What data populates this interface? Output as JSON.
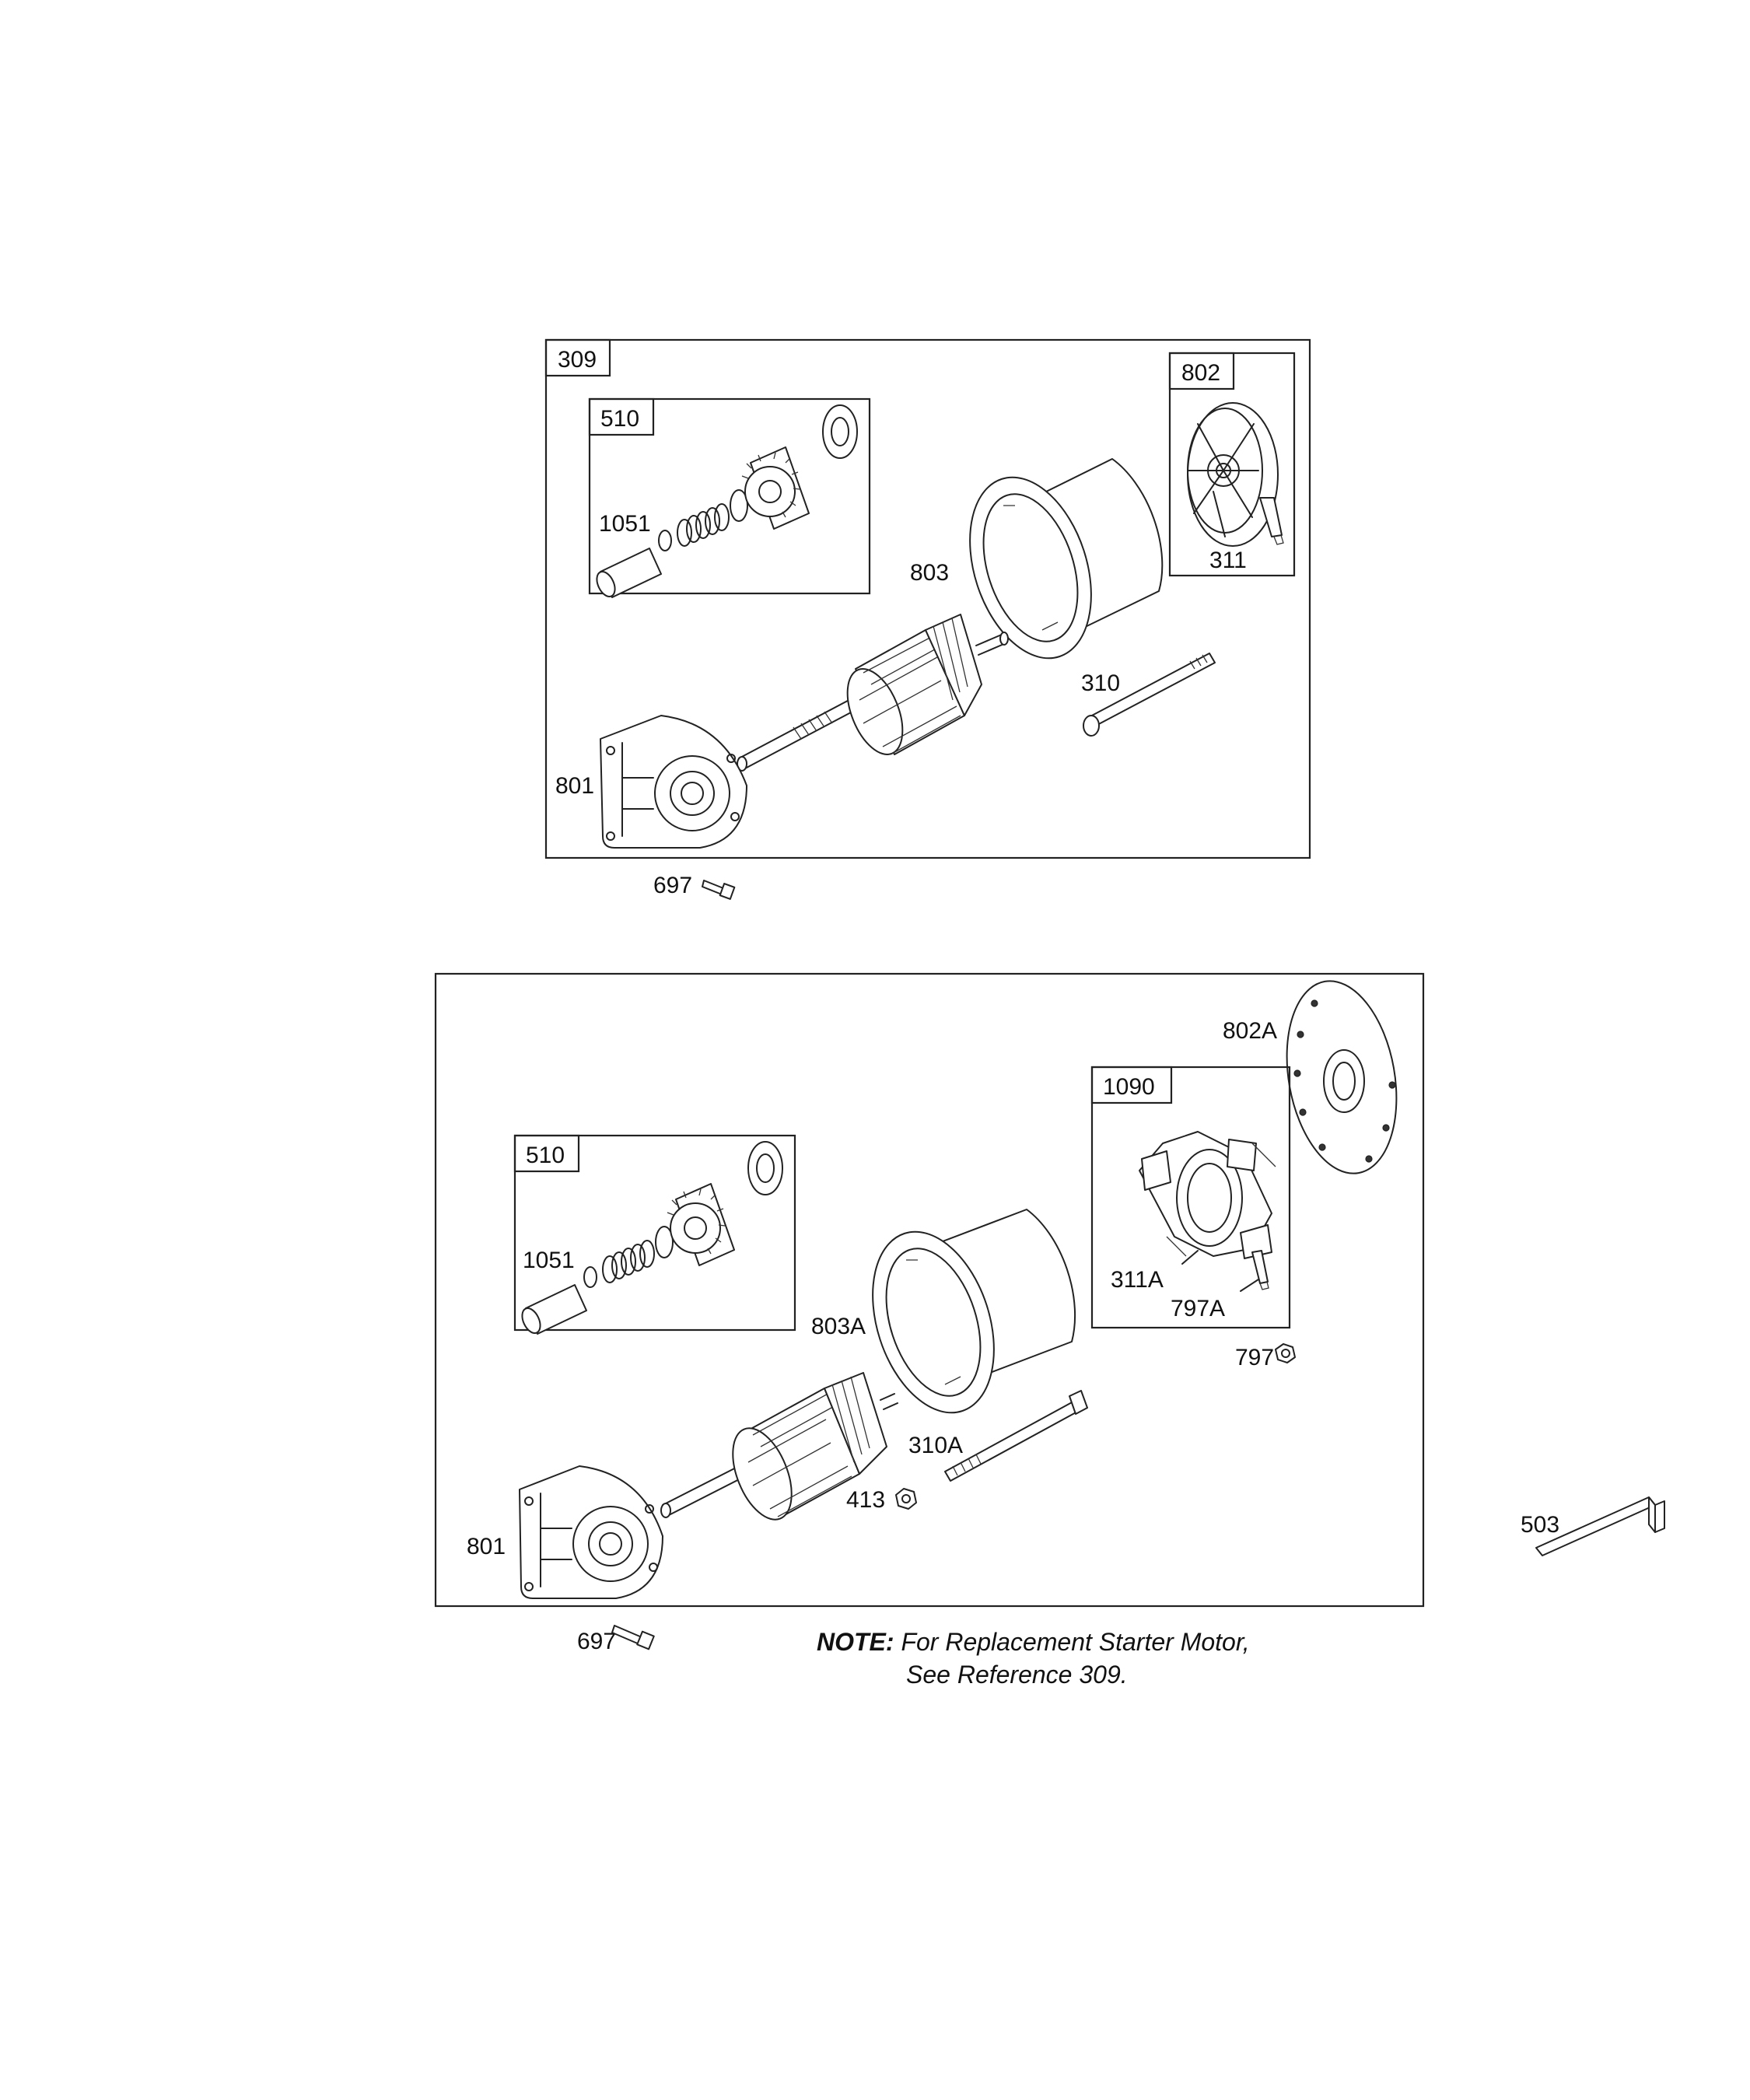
{
  "labels": {
    "top": {
      "assembly": "309",
      "drive_kit": "510",
      "retaining_ring": "1051",
      "brush_end_cap": "802",
      "brush": "311",
      "housing": "803",
      "through_bolt": "310",
      "drive_end_cap": "801",
      "mount_screw": "697"
    },
    "bottom": {
      "end_plate": "802A",
      "brush_kit": "1090",
      "drive_kit": "510",
      "retaining_ring": "1051",
      "brush": "311A",
      "terminal": "797A",
      "terminal_nut": "797",
      "housing": "803A",
      "through_bolt": "310A",
      "nut": "413",
      "drive_end_cap": "801",
      "mount_screw": "697"
    },
    "loose_part": "503"
  },
  "note": {
    "prefix": "NOTE:",
    "line1": "For Replacement Starter Motor,",
    "line2": "See Reference 309."
  }
}
